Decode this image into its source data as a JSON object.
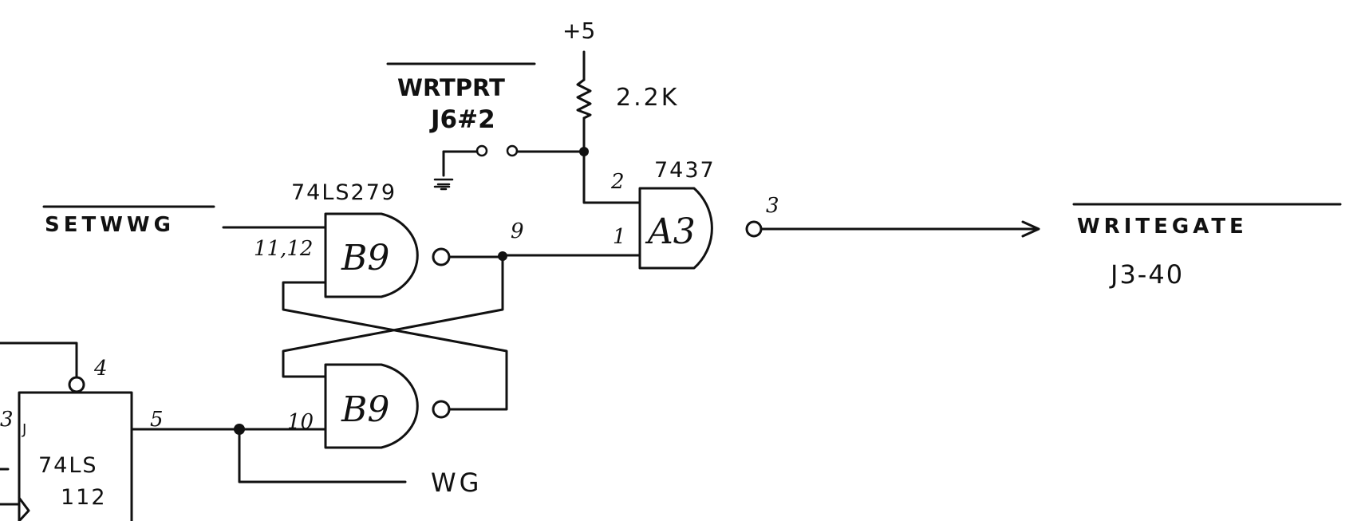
{
  "power": {
    "label": "+5",
    "resistor_value": "2.2K"
  },
  "jumper": {
    "signal": "WRTPRT",
    "id": "J6#2"
  },
  "gates": {
    "a3": {
      "part": "7437",
      "label": "A3",
      "pin_in1": "1",
      "pin_in2": "2",
      "pin_out": "3"
    },
    "b9_top": {
      "part": "74LS279",
      "label": "B9",
      "pin_in": "11,12",
      "pin_out": "9"
    },
    "b9_bottom": {
      "label": "B9",
      "pin_in": "10"
    }
  },
  "flipflop": {
    "line1": "74LS",
    "line2": "112",
    "pin_q": "5",
    "pin_preset": "4",
    "pin_left_a": "3",
    "pin_j": "J"
  },
  "signals": {
    "setwwg": "SETWWG",
    "writegate": "WRITEGATE",
    "writegate_conn": "J3-40",
    "wg": "WG"
  }
}
